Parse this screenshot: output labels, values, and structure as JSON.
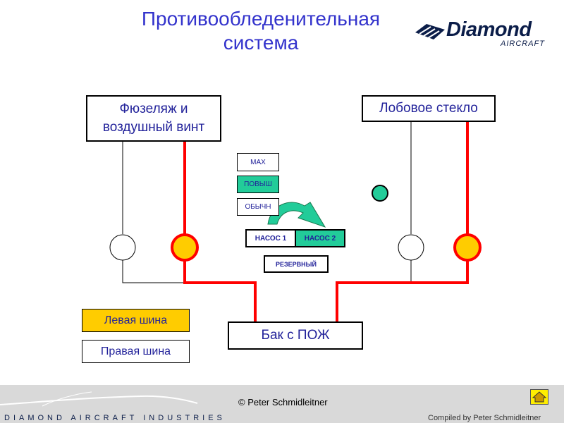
{
  "title": {
    "line1": "Противообледенительная",
    "line2": "система"
  },
  "logo": {
    "word": "Diamond",
    "sub": "AIRCRAFT"
  },
  "boxes": {
    "fuselage_line1": "Фюзеляж и",
    "fuselage_line2": "воздушный винт",
    "windshield": "Лобовое стекло",
    "tank": "Бак с ПОЖ"
  },
  "buses": {
    "left": "Левая шина",
    "right": "Правая шина"
  },
  "mode_switch": {
    "max": "MAX",
    "high": "ПОВЫШ",
    "norm": "ОБЫЧН"
  },
  "pumps": {
    "pump1": "НАСОС 1",
    "pump2": "НАСОС 2",
    "backup": "РЕЗЕРВНЫЙ"
  },
  "footer": {
    "company": "DIAMOND AIRCRAFT INDUSTRIES",
    "center": "© Peter Schmidleitner",
    "compiled": "Compiled by Peter Schmidleitner"
  },
  "colors": {
    "active_line": "#ff0000",
    "indicator_on": "#ffcc00",
    "selected": "#22cc99",
    "title": "#3333cc"
  }
}
